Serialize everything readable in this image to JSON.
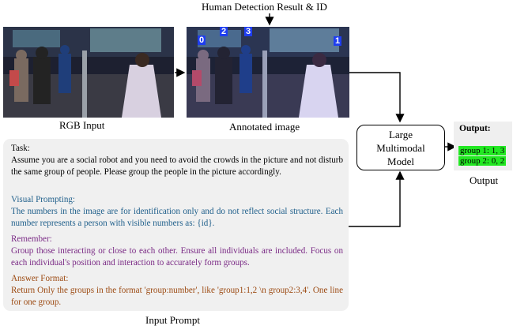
{
  "figure": {
    "detection_title": "Human Detection Result & ID",
    "rgb_caption": "RGB Input",
    "annotated_caption": "Annotated image",
    "id_badges": [
      "0",
      "2",
      "3",
      "1"
    ],
    "model_label": "Large Multimodal Model",
    "output_title": "Output:",
    "output_lines": [
      "group 1: 1, 3",
      "group 2: 0, 2"
    ],
    "output_caption": "Output",
    "prompt_caption": "Input Prompt"
  },
  "prompt": {
    "task_heading": "Task:",
    "task_text": "Assume you are a social robot and you need to avoid the crowds in the picture and not disturb the same group of people. Please group the people in the picture accordingly.",
    "visual_heading": "Visual Prompting:",
    "visual_text": "The numbers in the image are for identification only and do not reflect social structure. Each number represents a person with visible numbers as: {id}.",
    "remember_heading": "Remember:",
    "remember_text": "Group those interacting or close to each other. Ensure all individuals are included. Focus on each individual's position and interaction to accurately form groups.",
    "answer_heading": "Answer Format:",
    "answer_text": "Return Only the groups in the format 'group:number', like 'group1:1,2 \\n group2:3,4'. One line for one group."
  },
  "colors": {
    "visual": "#1f5f8b",
    "remember": "#7a2a85",
    "answer": "#9c4a12",
    "output_highlight": "#22e822",
    "id_badge": "#1f3ef0"
  }
}
